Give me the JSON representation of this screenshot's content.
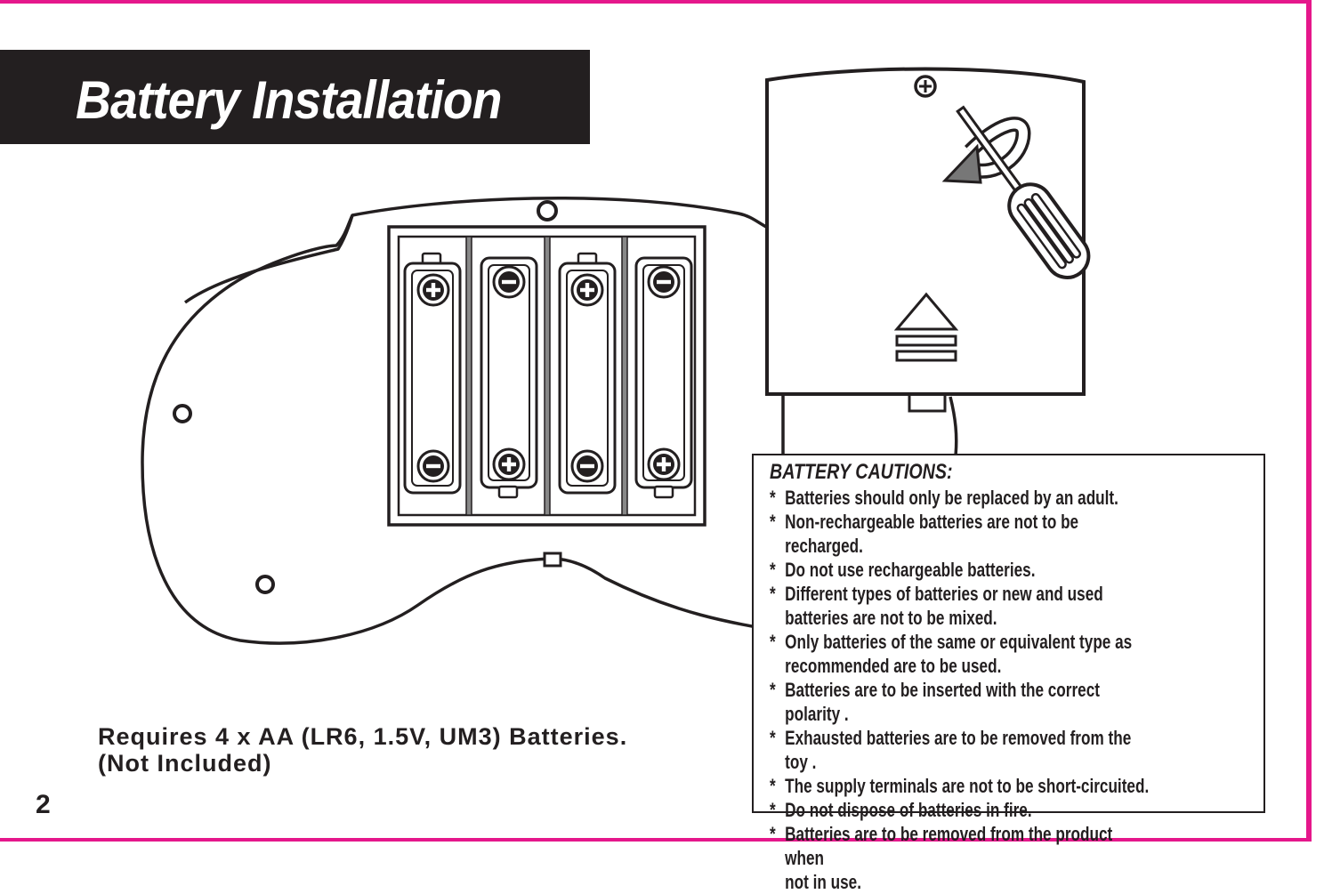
{
  "colors": {
    "border": "#e5178b",
    "ink": "#231f20",
    "paper": "#ffffff"
  },
  "title": "Battery Installation",
  "cautions": {
    "heading": "BATTERY CAUTIONS:",
    "items": [
      "Batteries should only be replaced by an adult.",
      "Non-rechargeable batteries are not to be recharged.",
      "Do not use rechargeable batteries.",
      "Different types of batteries or new and used\n batteries are not to be mixed.",
      "Only batteries of the same or equivalent type as\n recommended are to be used.",
      "Batteries are to be inserted with the correct polarity .",
      "Exhausted batteries are to be removed from the toy .",
      "The supply terminals are not to be short-circuited.",
      "Do not dispose of batteries in fire.",
      "Batteries are to be removed from the product when\n not in use."
    ]
  },
  "requirements": {
    "line1": "Requires 4 x AA (LR6, 1.5V, UM3) Batteries.",
    "line2": "(Not Included)"
  },
  "page_number": "2",
  "icons": [
    "plus-terminal-icon",
    "minus-terminal-icon",
    "screw-icon",
    "screwdriver-icon",
    "rotate-arrow-icon",
    "eject-icon"
  ]
}
